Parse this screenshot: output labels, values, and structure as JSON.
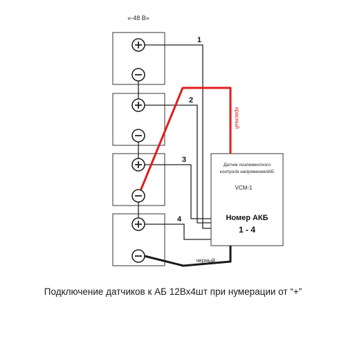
{
  "diagram": {
    "voltage_label": "«-48 В»",
    "wire_numbers": [
      "1",
      "2",
      "3",
      "4"
    ],
    "red_wire_label": "красный",
    "black_wire_label": "черный",
    "sensor": {
      "title_line1": "Датчик поэлементного",
      "title_line2": "контроля напряженияАКБ",
      "model": "VCM-1",
      "battery_number_label": "Номер АКБ",
      "battery_range": "1 - 4"
    },
    "terminal_symbols": {
      "plus": "+",
      "minus": "−"
    },
    "battery_count": 4,
    "colors": {
      "red_wire": "#e21b1b",
      "black_wire": "#1a1a1a",
      "thin_wire": "#222222"
    }
  },
  "caption": "Подключение датчиков к АБ 12Вх4шт при нумерации от “+”"
}
